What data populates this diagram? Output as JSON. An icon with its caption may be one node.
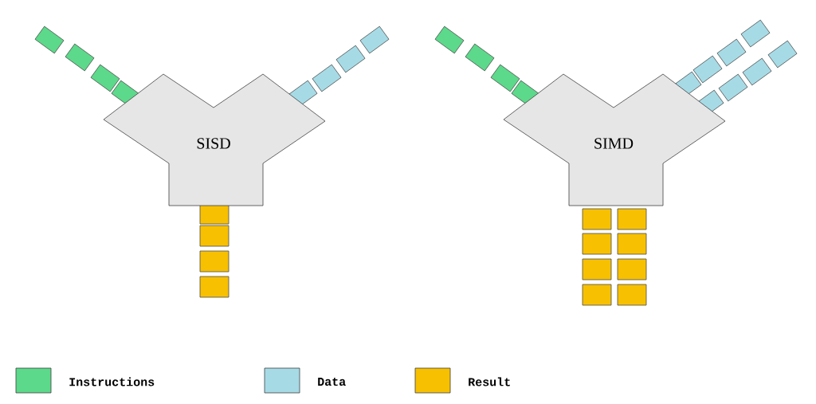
{
  "diagram": {
    "nodes": [
      {
        "text": [
          "SISD"
        ]
      },
      {
        "text": [
          "SIMD"
        ]
      }
    ],
    "legend": [
      {
        "text": "Instructions",
        "color": "#5cd98a"
      },
      {
        "text": "Data",
        "color": "#a6dbe6"
      },
      {
        "text": "Result",
        "color": "#f7c000"
      }
    ]
  }
}
